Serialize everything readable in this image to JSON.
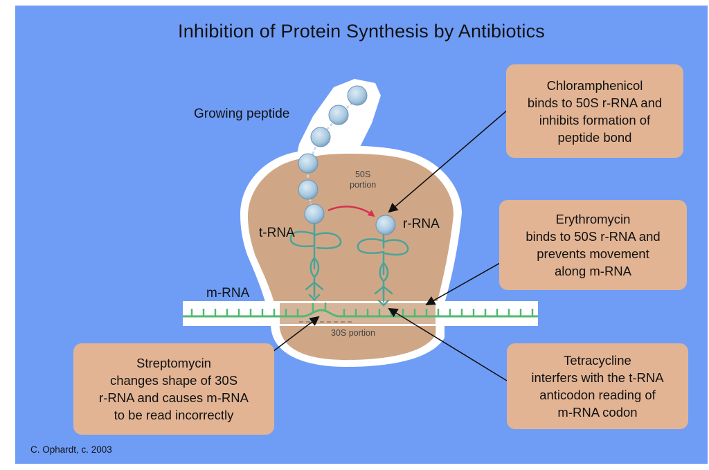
{
  "title": "Inhibition of Protein Synthesis by Antibiotics",
  "labels": {
    "growing_peptide": "Growing peptide",
    "portion_50s": "50S\nportion",
    "portion_30s": "30S portion",
    "trna": "t-RNA",
    "rrna": "r-RNA",
    "mrna": "m-RNA"
  },
  "callouts": {
    "chloramphenicol": "Chloramphenicol\nbinds to 50S r-RNA and\ninhibits formation of\npeptide bond",
    "erythromycin": "Erythromycin\nbinds to 50S r-RNA and\nprevents movement\nalong m-RNA",
    "streptomycin": "Streptomycin\nchanges shape of 30S\nr-RNA and causes m-RNA\nto be read incorrectly",
    "tetracycline": "Tetracycline\ninterfers with the t-RNA\nanticodon reading of\nm-RNA codon"
  },
  "credit": "C. Ophardt, c. 2003",
  "colors": {
    "background": "#6f9df6",
    "box": "#e2b494",
    "ribosome": "#cfa787",
    "halo": "#ffffff",
    "rna_strand": "#52b873",
    "amino_acid": "#a8c8df",
    "peptide_bond_arrow": "#d8304e"
  },
  "icons": [
    "ribosome",
    "trna-cloverleaf",
    "amino-acid-bead",
    "mrna-strand",
    "pointer-arrow"
  ]
}
